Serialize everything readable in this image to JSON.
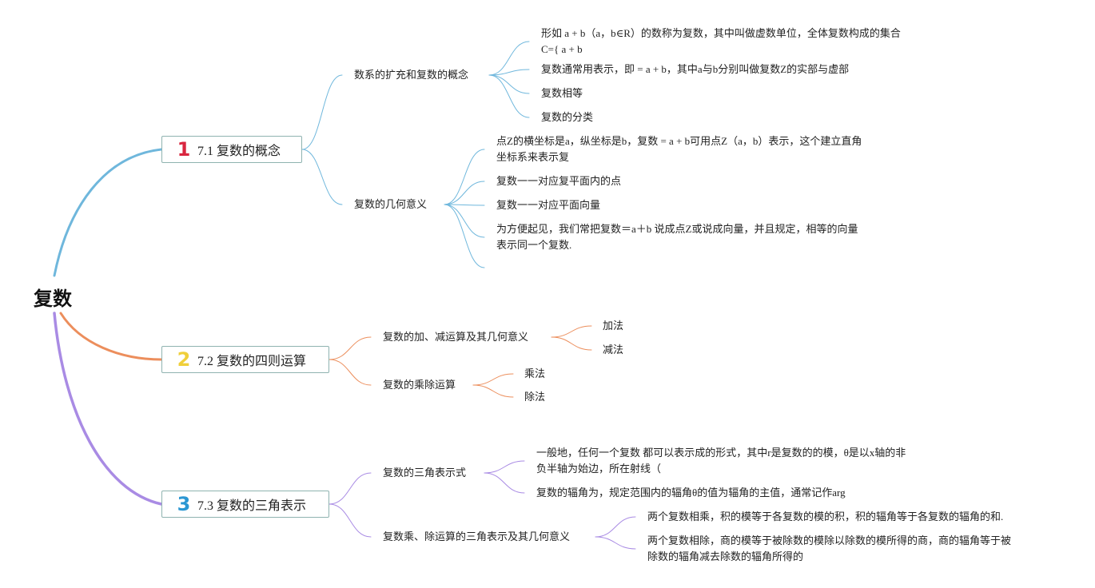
{
  "root": {
    "label": "复数"
  },
  "colors": {
    "branch1": "#6fb7dc",
    "branch2": "#ec8e5c",
    "branch3": "#a98be4",
    "num1": "#d9263f",
    "num2": "#f0cf3a",
    "num3": "#2b97d3"
  },
  "branches": [
    {
      "number": "1",
      "label": "7.1 复数的概念",
      "subs": [
        {
          "label": "数系的扩充和复数的概念",
          "leaves": [
            {
              "lines": [
                "形如 a + b（a，b∈R）的数称为复数，其中叫做虚数单位，全体复数构成的集合",
                "C={ a + b"
              ]
            },
            {
              "lines": [
                "复数通常用表示，即 = a + b，其中a与b分别叫做复数Z的实部与虚部"
              ]
            },
            {
              "lines": [
                "复数相等"
              ]
            },
            {
              "lines": [
                "复数的分类"
              ]
            }
          ]
        },
        {
          "label": "复数的几何意义",
          "leaves": [
            {
              "lines": [
                "点Z的横坐标是a，纵坐标是b，复数 = a + b可用点Z（a，b）表示，这个建立直角",
                "坐标系来表示复"
              ]
            },
            {
              "lines": [
                "复数一一对应复平面内的点"
              ]
            },
            {
              "lines": [
                "复数一一对应平面向量"
              ]
            },
            {
              "lines": [
                "为方便起见，我们常把复数＝a＋b 说成点Z或说成向量，并且规定，相等的向量",
                "表示同一个复数."
              ]
            },
            {
              "lines": [
                ""
              ]
            }
          ]
        }
      ]
    },
    {
      "number": "2",
      "label": "7.2 复数的四则运算",
      "subs": [
        {
          "label": "复数的加、减运算及其几何意义",
          "leaves": [
            {
              "lines": [
                "加法"
              ]
            },
            {
              "lines": [
                "减法"
              ]
            }
          ]
        },
        {
          "label": "复数的乘除运算",
          "leaves": [
            {
              "lines": [
                "乘法"
              ]
            },
            {
              "lines": [
                "除法"
              ]
            }
          ]
        }
      ]
    },
    {
      "number": "3",
      "label": "7.3 复数的三角表示",
      "subs": [
        {
          "label": "复数的三角表示式",
          "leaves": [
            {
              "lines": [
                "一般地，任何一个复数 都可以表示成的形式，其中r是复数的的模，θ是以x轴的非",
                "负半轴为始边，所在射线（"
              ]
            },
            {
              "lines": [
                "复数的辐角为，规定范围内的辐角θ的值为辐角的主值，通常记作arg"
              ]
            }
          ]
        },
        {
          "label": "复数乘、除运算的三角表示及其几何意义",
          "leaves": [
            {
              "lines": [
                "两个复数相乘，积的模等于各复数的模的积，积的辐角等于各复数的辐角的和."
              ]
            },
            {
              "lines": [
                "两个复数相除，商的模等于被除数的模除以除数的模所得的商，商的辐角等于被",
                "除数的辐角减去除数的辐角所得的"
              ]
            }
          ]
        }
      ]
    }
  ]
}
